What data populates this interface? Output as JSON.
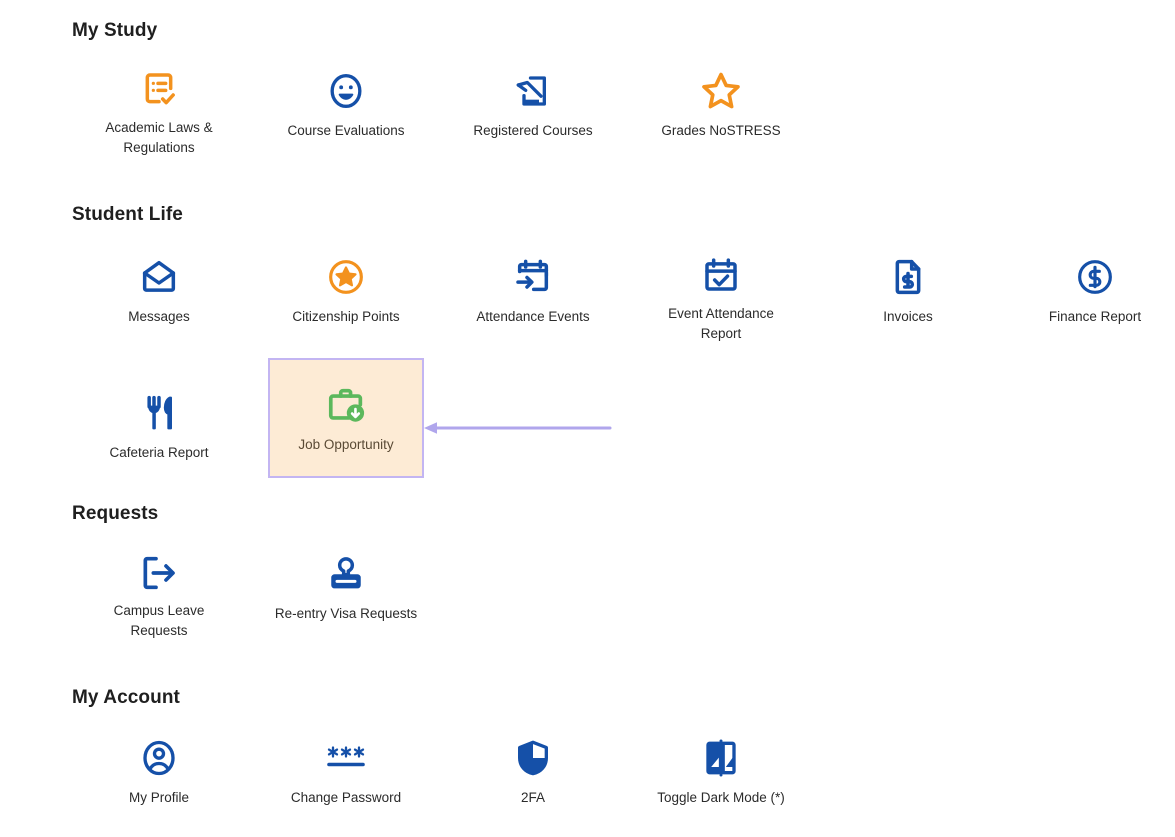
{
  "page": {
    "background": "#ffffff",
    "accent_blue": "#1550a8",
    "accent_orange": "#f3921e",
    "accent_green": "#5cb85c",
    "highlight_fill": "#fdebd5",
    "highlight_border": "#c3b5f2",
    "annotation_color": "#b0a6ec"
  },
  "sections": [
    {
      "id": "my-study",
      "title": "My Study",
      "tiles": [
        {
          "label": "Academic Laws & Regulations",
          "icon": "list-check-icon",
          "color": "#f3921e"
        },
        {
          "label": "Course Evaluations",
          "icon": "smiley-face-icon",
          "color": "#1550a8"
        },
        {
          "label": "Registered Courses",
          "icon": "sign-document-icon",
          "color": "#1550a8"
        },
        {
          "label": "Grades NoSTRESS",
          "icon": "star-outline-icon",
          "color": "#f3921e"
        }
      ]
    },
    {
      "id": "student-life",
      "title": "Student Life",
      "tiles": [
        {
          "label": "Messages",
          "icon": "envelope-icon",
          "color": "#1550a8"
        },
        {
          "label": "Citizenship Points",
          "icon": "star-circle-icon",
          "color": "#f3921e"
        },
        {
          "label": "Attendance Events",
          "icon": "calendar-arrow-icon",
          "color": "#1550a8"
        },
        {
          "label": "Event Attendance Report",
          "icon": "calendar-check-icon",
          "color": "#1550a8"
        },
        {
          "label": "Invoices",
          "icon": "document-dollar-icon",
          "color": "#1550a8"
        },
        {
          "label": "Finance Report",
          "icon": "dollar-circle-icon",
          "color": "#1550a8"
        },
        {
          "label": "Cafeteria Report",
          "icon": "fork-knife-icon",
          "color": "#1550a8"
        },
        {
          "label": "Job Opportunity",
          "icon": "briefcase-download-icon",
          "color": "#5cb85c",
          "highlighted": true
        }
      ]
    },
    {
      "id": "requests",
      "title": "Requests",
      "tiles": [
        {
          "label": "Campus Leave Requests",
          "icon": "exit-arrow-icon",
          "color": "#1550a8"
        },
        {
          "label": "Re-entry Visa Requests",
          "icon": "stamp-icon",
          "color": "#1550a8"
        }
      ]
    },
    {
      "id": "my-account",
      "title": "My Account",
      "tiles": [
        {
          "label": "My Profile",
          "icon": "user-circle-icon",
          "color": "#1550a8"
        },
        {
          "label": "Change Password",
          "icon": "asterisks-password-icon",
          "color": "#1550a8"
        },
        {
          "label": "2FA",
          "icon": "shield-icon",
          "color": "#1550a8"
        },
        {
          "label": "Toggle Dark Mode (*)",
          "icon": "dark-mode-toggle-icon",
          "color": "#1550a8"
        }
      ]
    }
  ],
  "annotation": {
    "name": "pointer-arrow",
    "target": "Job Opportunity",
    "direction": "left"
  }
}
